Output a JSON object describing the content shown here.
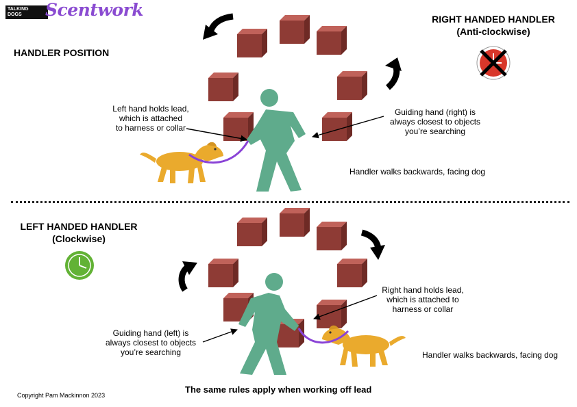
{
  "logo": {
    "brand_small_line1": "TALKING",
    "brand_small_line2": "DOGS",
    "brand_word": "Scentwork"
  },
  "top": {
    "section_title": "HANDLER POSITION",
    "handler_title": "RIGHT HANDED HANDLER",
    "direction": "(Anti-clockwise)",
    "lead_note": [
      "Left hand holds lead,",
      "which is attached",
      "to harness or collar"
    ],
    "guide_note": [
      "Guiding hand (right) is",
      "always closest to objects",
      "you’re searching"
    ],
    "walk_note": "Handler walks backwards, facing dog",
    "status_icon": "crossed-clock-icon",
    "status_color": "#d8372a"
  },
  "bottom": {
    "handler_title": "LEFT HANDED HANDLER",
    "direction": "(Clockwise)",
    "lead_note": [
      "Right hand holds lead,",
      "which is attached to",
      "harness or collar"
    ],
    "guide_note": [
      "Guiding hand (left) is",
      "always closest to objects",
      "you’re searching"
    ],
    "walk_note": "Handler walks backwards, facing dog",
    "status_icon": "clock-icon",
    "status_color": "#62b235"
  },
  "footer": {
    "rule_note": "The same rules apply when working off lead",
    "copyright": "Copyright Pam Mackinnon 2023"
  },
  "colors": {
    "box": "#8e3b35",
    "handler": "#5fab8c",
    "dog": "#eaaa2d",
    "lead": "#8a43d6"
  }
}
